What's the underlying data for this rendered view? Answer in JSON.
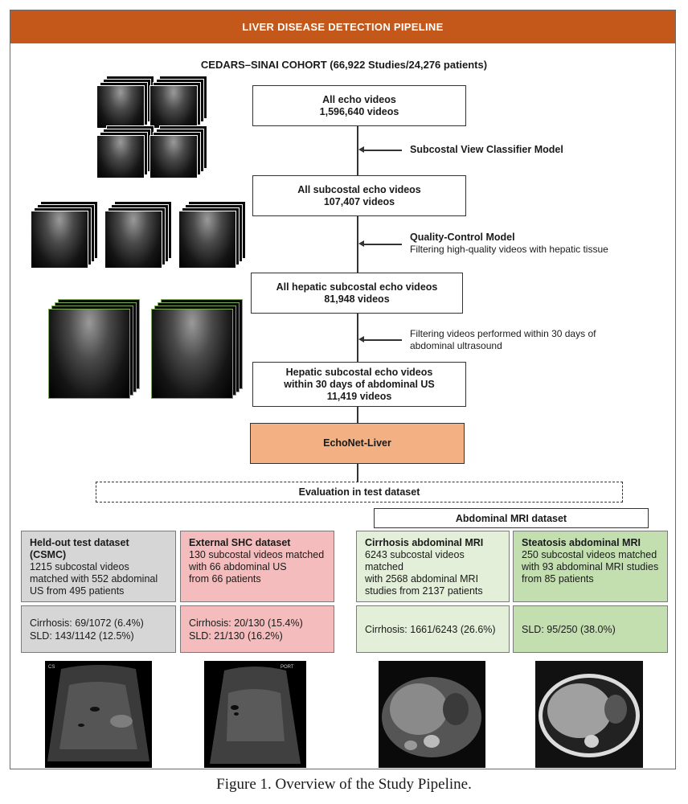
{
  "banner": {
    "title": "LIVER DISEASE DETECTION PIPELINE"
  },
  "cohort": {
    "title": "CEDARS–SINAI COHORT (66,922 Studies/24,276 patients)"
  },
  "pipeline": {
    "box1": {
      "line1": "All echo videos",
      "line2": "1,596,640 videos"
    },
    "arrow1": {
      "label": "Subcostal View Classifier Model"
    },
    "box2": {
      "line1": "All subcostal echo videos",
      "line2": "107,407 videos"
    },
    "arrow2": {
      "label": "Quality-Control Model",
      "sublabel": "Filtering high-quality videos with hepatic tissue"
    },
    "box3": {
      "line1": "All hepatic subcostal echo videos",
      "line2": "81,948 videos"
    },
    "arrow3": {
      "line1": "Filtering videos performed within 30 days of",
      "line2": "abdominal ultrasound"
    },
    "box4": {
      "line1": "Hepatic subcostal echo videos",
      "line2": "within 30 days of abdominal US",
      "line3": "11,419 videos"
    },
    "model": {
      "label": "EchoNet-Liver",
      "color": "#f2b083"
    }
  },
  "evaluation": {
    "label": "Evaluation in test dataset"
  },
  "mri_header": {
    "label": "Abdominal MRI dataset"
  },
  "datasets": [
    {
      "title": "Held-out test dataset (CSMC)",
      "desc": [
        "1215 subcostal videos",
        "matched with 552 abdominal",
        "US from 495 patients"
      ],
      "stats": [
        "Cirrhosis: 69/1072 (6.4%)",
        "SLD: 143/1142 (12.5%)"
      ],
      "color": "#d6d6d6"
    },
    {
      "title": "External SHC dataset",
      "desc": [
        "130 subcostal videos matched",
        "with 66 abdominal US",
        "from 66 patients"
      ],
      "stats": [
        "Cirrhosis: 20/130 (15.4%)",
        "SLD: 21/130 (16.2%)"
      ],
      "color": "#f4bcbc"
    },
    {
      "title": "Cirrhosis abdominal MRI",
      "desc": [
        "6243 subcostal videos matched",
        "with 2568 abdominal MRI",
        "studies from 2137 patients"
      ],
      "stats": [
        "Cirrhosis: 1661/6243 (26.6%)"
      ],
      "color": "#e3efd8"
    },
    {
      "title": "Steatosis abdominal MRI",
      "desc": [
        "250 subcostal videos matched",
        "with 93 abdominal MRI studies",
        "from 85 patients"
      ],
      "stats": [
        "SLD: 95/250 (38.0%)"
      ],
      "color": "#c3dfb0"
    }
  ],
  "image_labels": {
    "us1": "CS",
    "us2": "PORT"
  },
  "caption": "Figure 1.  Overview of the Study Pipeline."
}
